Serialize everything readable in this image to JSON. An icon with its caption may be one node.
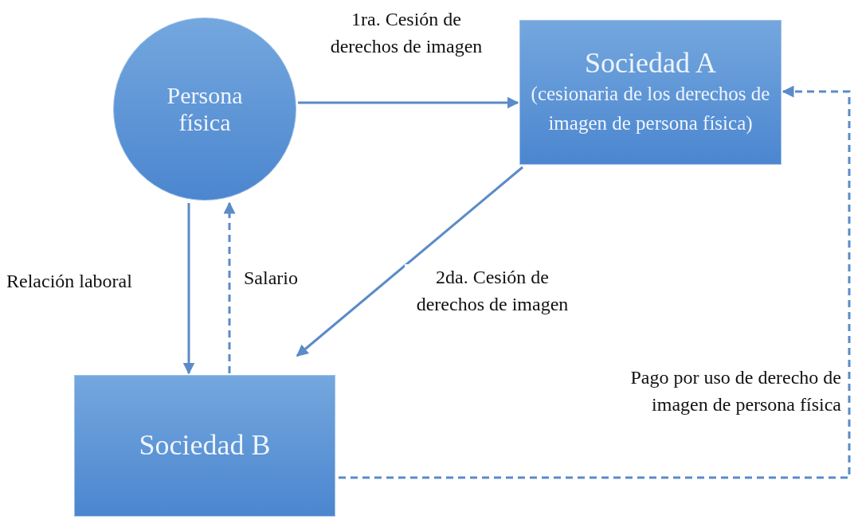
{
  "diagram": {
    "nodes": [
      {
        "text": [
          "Persona física"
        ]
      },
      {
        "text": [
          "Sociedad A",
          "(cesionaria de los derechos de imagen de persona física)"
        ]
      },
      {
        "text": [
          "Sociedad B"
        ]
      }
    ],
    "edges": [
      {
        "from": 0,
        "to": 1,
        "arrow": "to",
        "label": "1ra. Cesión de derechos de imagen"
      },
      {
        "from": 1,
        "to": 2,
        "arrow": "to",
        "label": "2da. Cesión de derechos de imagen"
      },
      {
        "from": 0,
        "to": 2,
        "arrow": "to",
        "label": "Relación laboral"
      },
      {
        "from": 2,
        "to": 0,
        "arrow": "to",
        "label": "Salario",
        "style": "dashed"
      },
      {
        "from": 2,
        "to": 1,
        "arrow": "to",
        "label": "Pago por uso de derecho de imagen de persona física",
        "style": "dashed"
      }
    ]
  }
}
